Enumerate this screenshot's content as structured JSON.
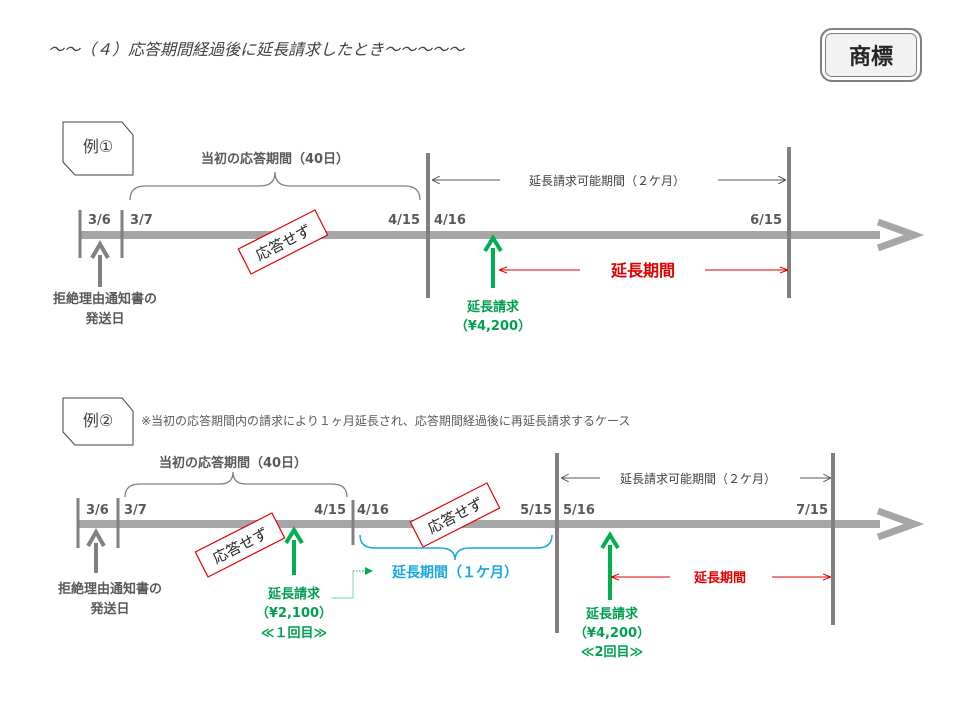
{
  "title": "〜〜（４）応答期間経過後に延長請求したとき〜〜〜〜〜",
  "badge": "商標",
  "colors": {
    "axis": "#a6a6a6",
    "tick": "#808080",
    "green": "#00b050",
    "red": "#e00000",
    "blue": "#1aa7e0"
  },
  "example1": {
    "label": "例①",
    "initial_period": "当初の応答期間（40日）",
    "dates": {
      "d1": "3/6",
      "d2": "3/7",
      "d3": "4/15",
      "d4": "4/16",
      "d5": "6/15"
    },
    "notice": [
      "拒絶理由通知書の",
      "発送日"
    ],
    "no_response": "応答せず",
    "possible_period": "延長請求可能期間（２ケ月）",
    "request": [
      "延長請求",
      "（¥4,200）"
    ],
    "extension": "延長期間"
  },
  "example2": {
    "label": "例②",
    "note": "※当初の応答期間内の請求により１ヶ月延長され、応答期間経過後に再延長請求するケース",
    "initial_period": "当初の応答期間（40日）",
    "dates": {
      "d1": "3/6",
      "d2": "3/7",
      "d3": "4/15",
      "d4": "4/16",
      "d5": "5/15",
      "d6": "5/16",
      "d7": "7/15"
    },
    "notice": [
      "拒絶理由通知書の",
      "発送日"
    ],
    "no_response": "応答せず",
    "possible_period": "延長請求可能期間（２ケ月）",
    "request1": [
      "延長請求",
      "（¥2,100）",
      "≪１回目≫"
    ],
    "extension1": "延長期間（１ケ月）",
    "request2": [
      "延長請求",
      "（¥4,200）",
      "≪2回目≫"
    ],
    "extension2": "延長期間"
  }
}
